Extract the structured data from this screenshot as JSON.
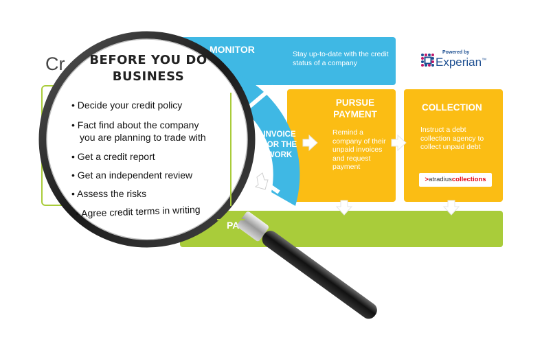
{
  "diagram": {
    "heading_fragment": "Cr",
    "monitor": {
      "title": "MONITOR",
      "description": "Stay up-to-date with the credit status of a company"
    },
    "invoice": {
      "title": "INVOICE FOR THE WORK"
    },
    "pursue_payment": {
      "title": "PURSUE PAYMENT",
      "description": "Remind a company of their unpaid invoices and request payment"
    },
    "collection": {
      "title": "COLLECTION",
      "description": "Instruct a debt collection agency to collect unpaid debt",
      "partner_logo": {
        "mark": ">",
        "brand": "atradius",
        "suffix": "collections"
      }
    },
    "paid": {
      "title": "PAID"
    },
    "experian": {
      "powered_by": "Powered by",
      "brand": "Experian",
      "trademark": "™"
    }
  },
  "magnifier": {
    "title": "BEFORE YOU DO BUSINESS",
    "items": [
      "Decide your credit policy",
      "Fact find about the company",
      "you are planning to trade with",
      "Get a credit report",
      "Get an independent review",
      "Assess the risks",
      "Agree credit terms in writing"
    ]
  },
  "colors": {
    "monitor_blue": "#3fb8e4",
    "pursue_yellow": "#fbbd14",
    "paid_green": "#a9cc3a",
    "experian_navy": "#1d4f91",
    "experian_magenta": "#c1186b",
    "atradius_red": "#e30613"
  },
  "icons": [
    "arrow-right-icon",
    "arrow-down-icon",
    "magnifying-glass-icon",
    "experian-dots-icon"
  ]
}
